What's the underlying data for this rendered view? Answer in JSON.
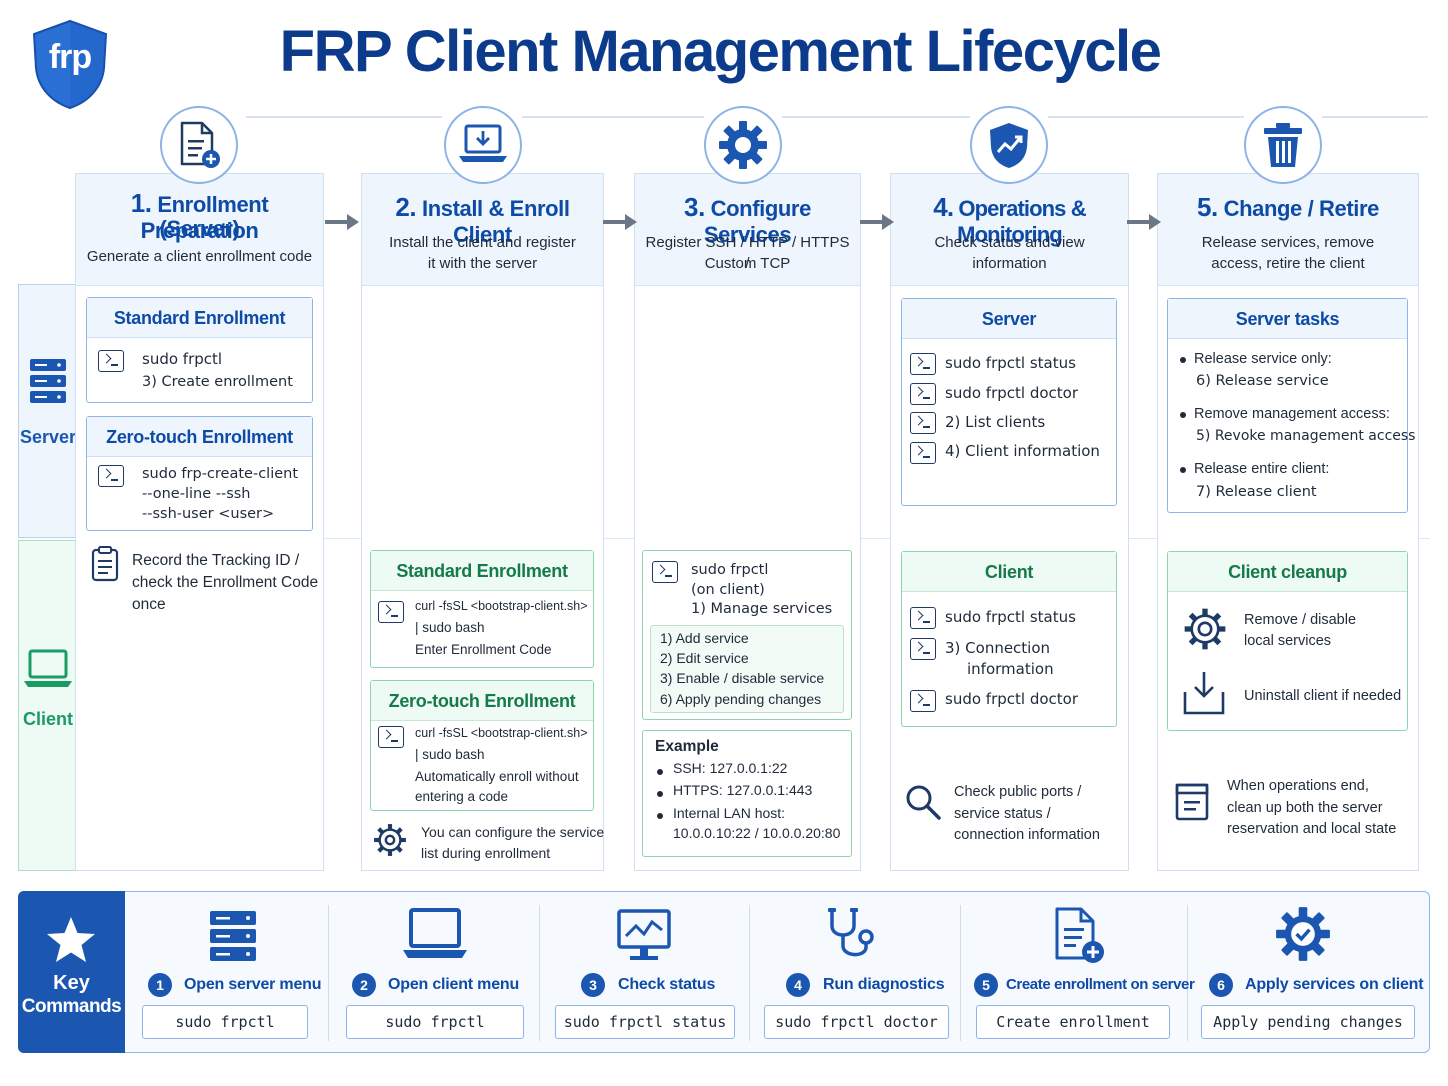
{
  "header": {
    "title": "FRP Client Management Lifecycle",
    "logo_text": "frp"
  },
  "lanes": {
    "server": "Server",
    "client": "Client"
  },
  "steps": [
    {
      "num": "1.",
      "title_l1": "Enrollment Preparation",
      "title_l2": "(Server)",
      "sub_l1": "Generate a client enrollment code",
      "icon": "document-add-icon"
    },
    {
      "num": "2.",
      "title": "Install & Enroll Client",
      "sub_l1": "Install the client and register",
      "sub_l2": "it with the server",
      "icon": "laptop-download-icon"
    },
    {
      "num": "3.",
      "title": "Configure Services",
      "sub_l1": "Register SSH / HTTP / HTTPS /",
      "sub_l2": "Custom TCP",
      "icon": "gear-icon"
    },
    {
      "num": "4.",
      "title": "Operations & Monitoring",
      "sub_l1": "Check status and view",
      "sub_l2": "information",
      "icon": "shield-chart-icon"
    },
    {
      "num": "5.",
      "title": "Change / Retire",
      "sub_l1": "Release services, remove",
      "sub_l2": "access, retire the client",
      "icon": "trash-icon"
    }
  ],
  "c1": {
    "std": {
      "title": "Standard Enrollment",
      "l1": "sudo frpctl",
      "l2": "3)  Create enrollment"
    },
    "zero": {
      "title": "Zero-touch Enrollment",
      "l1": "sudo frp-create-client",
      "l2": "--one-line  --ssh",
      "l3": "--ssh-user <user>"
    },
    "record": {
      "l1": "Record the Tracking ID /",
      "l2": "check the Enrollment Code",
      "l3": "once"
    }
  },
  "c2": {
    "std": {
      "title": "Standard Enrollment",
      "l1": "curl -fsSL <bootstrap-client.sh>",
      "l2": "| sudo bash",
      "l3": "Enter Enrollment Code"
    },
    "zero": {
      "title": "Zero-touch Enrollment",
      "l1": "curl -fsSL <bootstrap-client.sh>",
      "l2": "| sudo bash",
      "l3": "Automatically enroll without",
      "l4": "entering a code"
    },
    "note": {
      "l1": "You can configure the service",
      "l2": "list during enrollment"
    }
  },
  "c3": {
    "menu": {
      "l1": "sudo frpctl",
      "l2": "(on client)",
      "l3": "1)  Manage services"
    },
    "options": [
      "1)  Add service",
      "2)  Edit service",
      "3)  Enable / disable service",
      "6)  Apply pending changes"
    ],
    "example": {
      "title": "Example",
      "items": [
        "SSH:  127.0.0.1:22",
        "HTTPS:  127.0.0.1:443",
        "Internal LAN host:"
      ],
      "extra": "10.0.0.10:22 / 10.0.0.20:80"
    }
  },
  "c4": {
    "server": {
      "title": "Server",
      "items": [
        "sudo frpctl status",
        "sudo frpctl doctor",
        "2)  List clients",
        "4)  Client information"
      ]
    },
    "client": {
      "title": "Client",
      "l1": "sudo frpctl status",
      "l2": "3)  Connection",
      "l2b": "information",
      "l3": "sudo frpctl doctor"
    },
    "note": {
      "l1": "Check public ports /",
      "l2": "service status /",
      "l3": "connection information"
    }
  },
  "c5": {
    "server": {
      "title": "Server tasks",
      "items": [
        {
          "a": "Release service only:",
          "b": "6)  Release service"
        },
        {
          "a": "Remove management access:",
          "b": "5)  Revoke management access"
        },
        {
          "a": "Release entire client:",
          "b": "7)  Release client"
        }
      ]
    },
    "client": {
      "title": "Client cleanup",
      "l1": "Remove / disable",
      "l2": "local services",
      "l3": "Uninstall client if needed"
    },
    "note": {
      "l1": "When operations end,",
      "l2": "clean up both the server",
      "l3": "reservation and local state"
    }
  },
  "keys": {
    "title_l1": "Key",
    "title_l2": "Commands",
    "items": [
      {
        "n": "1",
        "label": "Open server menu",
        "cmd": "sudo frpctl",
        "icon": "server-icon"
      },
      {
        "n": "2",
        "label": "Open client menu",
        "cmd": "sudo frpctl",
        "icon": "laptop-icon"
      },
      {
        "n": "3",
        "label": "Check status",
        "cmd": "sudo frpctl status",
        "icon": "monitor-chart-icon"
      },
      {
        "n": "4",
        "label": "Run diagnostics",
        "cmd": "sudo frpctl doctor",
        "icon": "stethoscope-icon"
      },
      {
        "n": "5",
        "label": "Create enrollment on server",
        "cmd": "Create enrollment",
        "icon": "document-add-icon"
      },
      {
        "n": "6",
        "label": "Apply services on client",
        "cmd": "Apply pending changes",
        "icon": "gear-check-icon"
      }
    ]
  },
  "colors": {
    "primary": "#0d3b8c",
    "accent": "#1b57b0",
    "server_lane": "#eef5fd",
    "client_lane": "#eefaf4",
    "client_green": "#167a4a"
  }
}
